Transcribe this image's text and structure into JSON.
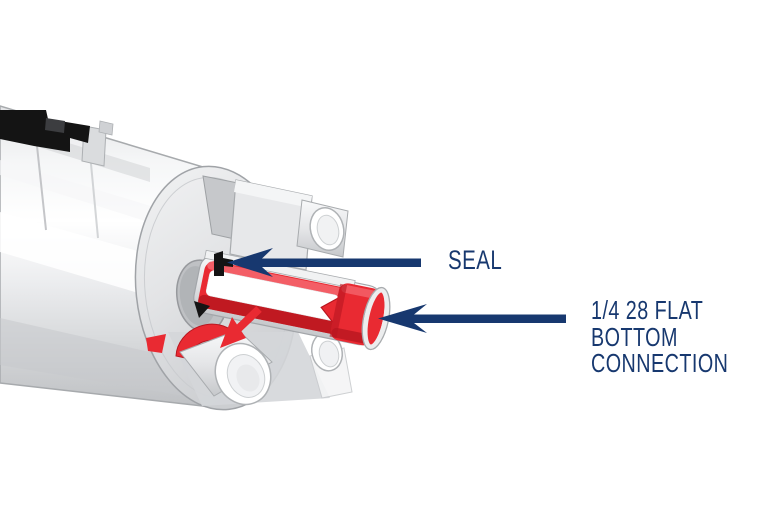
{
  "callouts": {
    "seal": {
      "label": "SEAL"
    },
    "connection": {
      "lines": [
        "1/4 28 FLAT",
        "BOTTOM",
        "CONNECTION"
      ]
    }
  },
  "colors": {
    "navy": "#17386F",
    "red": "#E92A32",
    "red_dark": "#B8161F",
    "red_light": "#F4646B",
    "seal_black": "#141414",
    "body_gray": "#D9DBDD",
    "outline_gray": "#A7AAAD",
    "background": "#FFFFFF"
  }
}
